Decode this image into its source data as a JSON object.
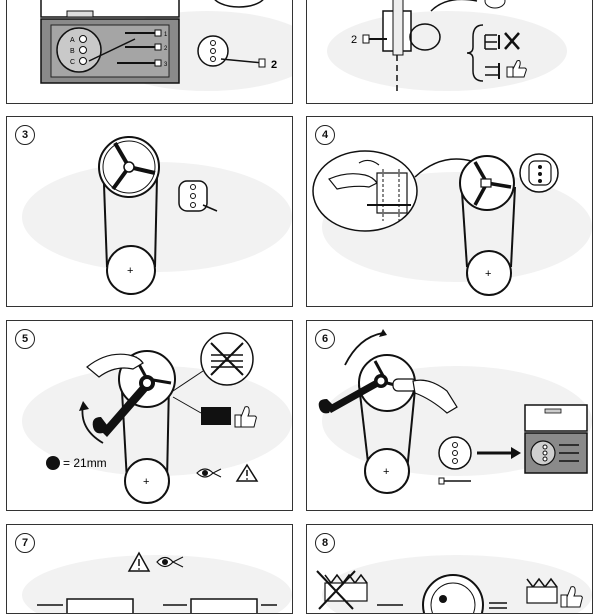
{
  "panels": [
    {
      "step": "",
      "labels": [
        "A",
        "B",
        "C"
      ],
      "tool_numbers": [
        "1",
        "2",
        "3"
      ],
      "callout_number": "2"
    },
    {
      "step": "",
      "callout_number": "2"
    },
    {
      "step": "3"
    },
    {
      "step": "4"
    },
    {
      "step": "5",
      "wrench_size": "= 21mm"
    },
    {
      "step": "6"
    },
    {
      "step": "7"
    },
    {
      "step": "8"
    }
  ],
  "colors": {
    "line": "#111111",
    "panel_border": "#333333",
    "watermark": "#eeeeee",
    "tool_box": "#888888"
  },
  "icons": [
    "wrench-icon",
    "thumbs-up-icon",
    "cross-icon",
    "warning-triangle-icon",
    "eye-icon",
    "hand-icon",
    "pin-icon"
  ]
}
